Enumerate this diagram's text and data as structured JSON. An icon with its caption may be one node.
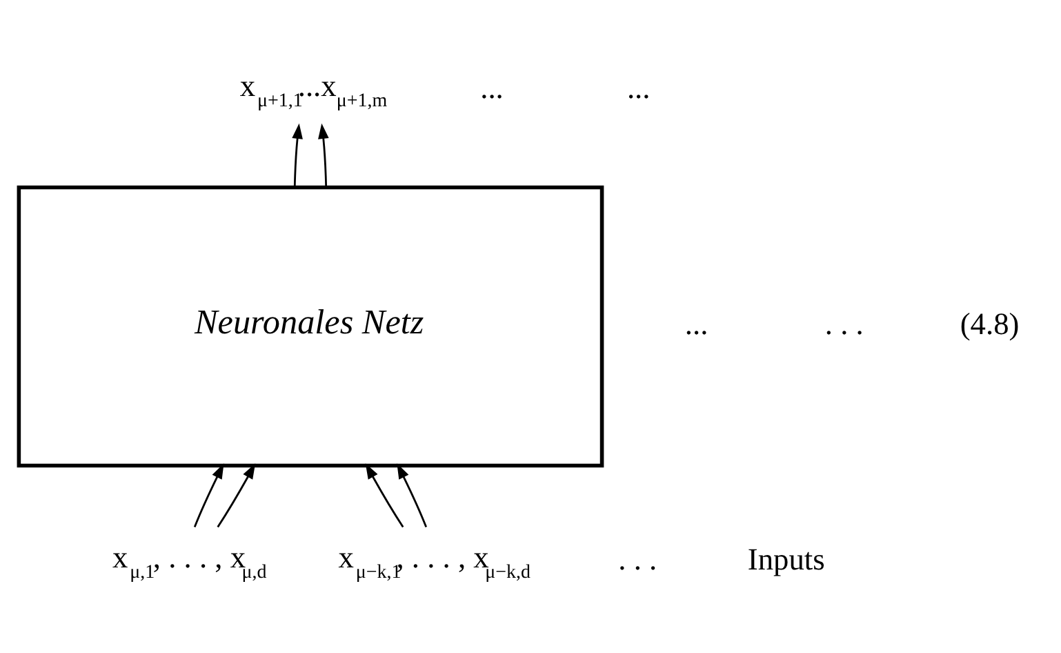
{
  "diagram": {
    "nodes": [
      {
        "text": [
          "Neuronales Netz"
        ]
      },
      {
        "text": [
          "x$_{μ+1,1}$...x$_{μ+1,m}$"
        ]
      },
      {
        "text": [
          "x$_{μ,1}$, . . . , x$_{μ,d}$"
        ]
      },
      {
        "text": [
          "x$_{μ−k,1}$, . . . , x$_{μ−k,d}$"
        ]
      }
    ],
    "edges": [
      {
        "from": 0,
        "to": 1,
        "arrow": "to"
      },
      {
        "from": 0,
        "to": 1,
        "arrow": "to"
      },
      {
        "from": 2,
        "to": 0,
        "arrow": "to"
      },
      {
        "from": 2,
        "to": 0,
        "arrow": "to"
      },
      {
        "from": 3,
        "to": 0,
        "arrow": "to"
      },
      {
        "from": 3,
        "to": 0,
        "arrow": "to"
      }
    ],
    "labels": [
      "...",
      "...",
      ". . .",
      "...",
      ". . .",
      "Inputs",
      "(4.8)"
    ]
  }
}
